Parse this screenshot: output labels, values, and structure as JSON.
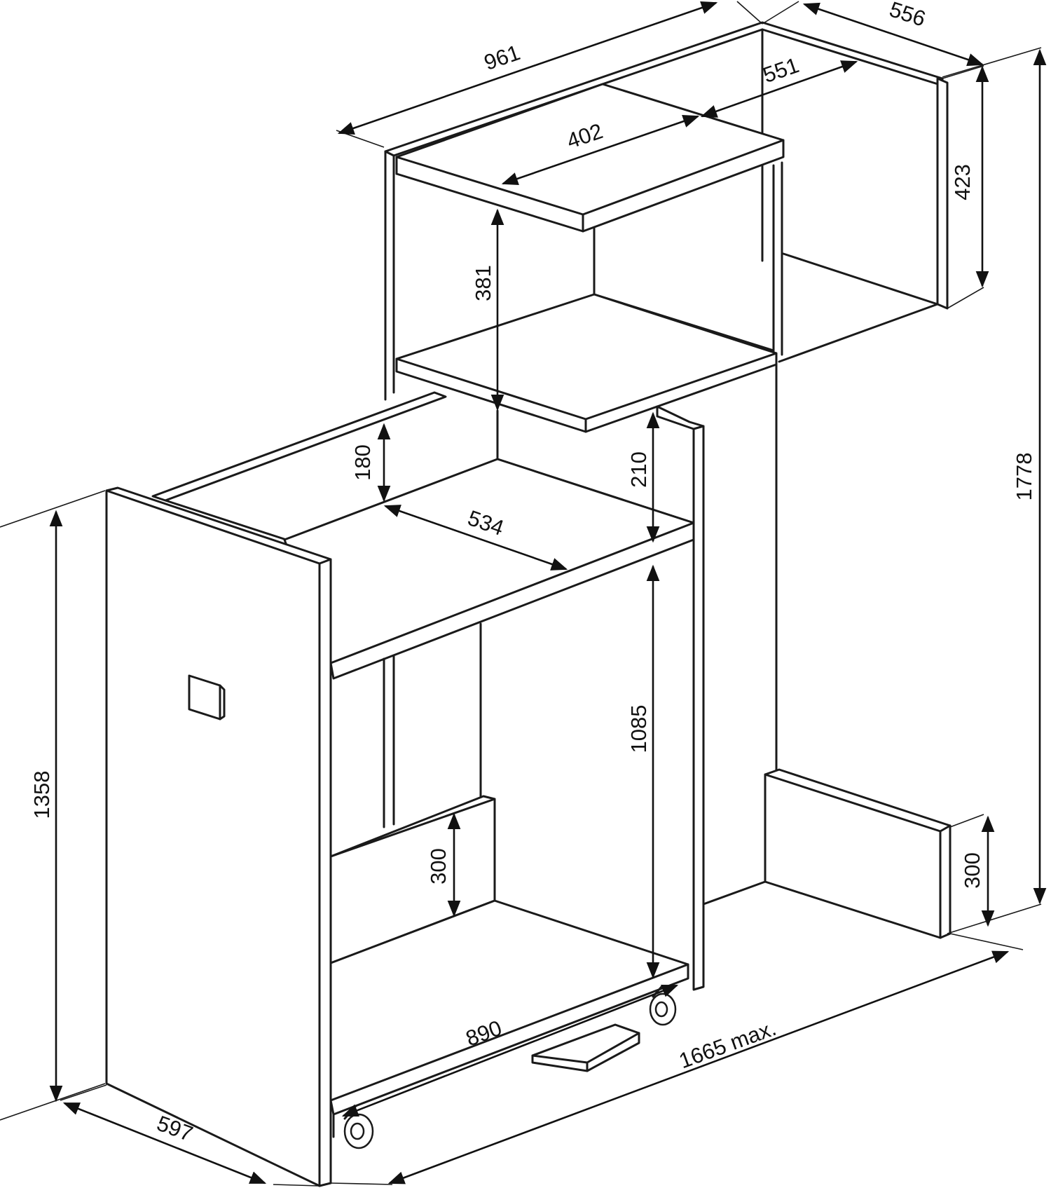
{
  "drawing": {
    "dimensions": {
      "top_width": "961",
      "top_depth": "556",
      "upper_inner_depth": "551",
      "top_shelf_width": "402",
      "upper_cabinet_height": "423",
      "upper_shelf_gap": "381",
      "total_height": "1778",
      "mid_gap_small": "180",
      "mid_gap_right": "210",
      "mid_shelf_depth": "534",
      "lower_cabinet_height": "1085",
      "side_panel_height": "1358",
      "bottom_shelf_height": "300",
      "back_panel_height": "300",
      "bottom_width": "890",
      "extended_length": "1665 max.",
      "base_depth": "597"
    }
  }
}
